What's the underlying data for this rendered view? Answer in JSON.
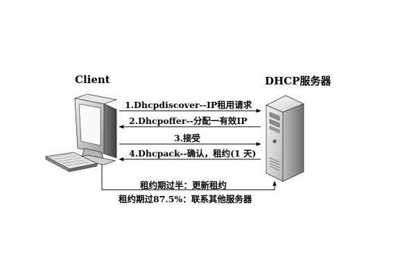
{
  "client_label": "Client",
  "server_label": "DHCP服务器",
  "messages": [
    {
      "step": "1",
      "text": "1.Dhcpdiscover--IP租用请求",
      "direction": "to-server"
    },
    {
      "step": "2",
      "text": "2.Dhcpoffer--分配一有效IP",
      "direction": "to-client"
    },
    {
      "step": "3",
      "text": "3.接受",
      "direction": "to-server"
    },
    {
      "step": "4",
      "text": "4.Dhcpack--确认，租约(1 天)",
      "direction": "to-client"
    }
  ],
  "renewal_notes": {
    "half": "租约期过半：更新租约",
    "eighty_seven": "租约期过87.5%：联系其他服务器"
  },
  "colors": {
    "line": "#000000",
    "computer_body": "#d6d6d6",
    "computer_dark": "#5a5a5a",
    "screen": "#ffffff",
    "server_body": "#dcdcdc",
    "server_side": "#9a9a9a"
  }
}
